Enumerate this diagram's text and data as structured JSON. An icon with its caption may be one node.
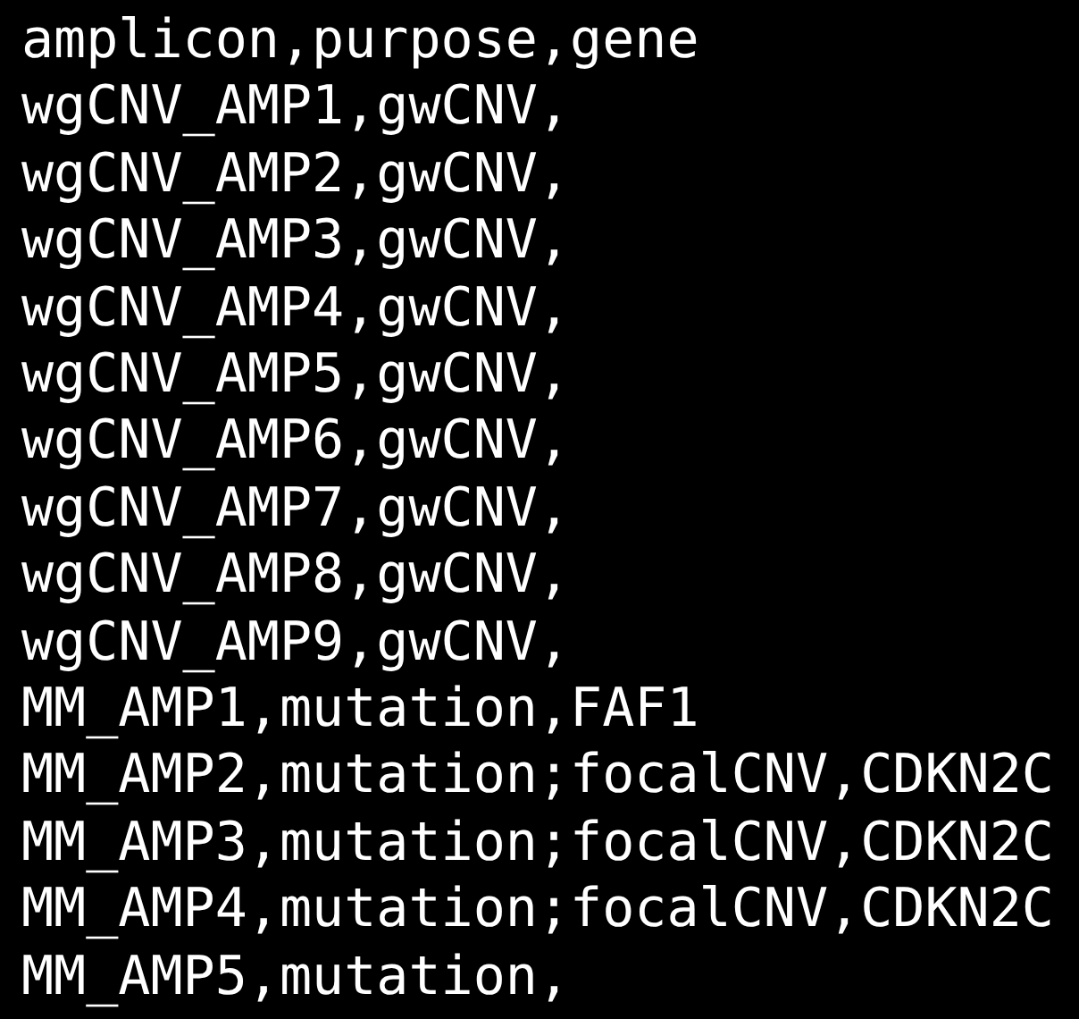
{
  "diagram": {
    "labels": [
      "amplicon,purpose,gene",
      "wgCNV_AMP1,gwCNV,",
      "wgCNV_AMP2,gwCNV,",
      "wgCNV_AMP3,gwCNV,",
      "wgCNV_AMP4,gwCNV,",
      "wgCNV_AMP5,gwCNV,",
      "wgCNV_AMP6,gwCNV,",
      "wgCNV_AMP7,gwCNV,",
      "wgCNV_AMP8,gwCNV,",
      "wgCNV_AMP9,gwCNV,",
      "MM_AMP1,mutation,FAF1",
      "MM_AMP2,mutation;focalCNV,CDKN2C",
      "MM_AMP3,mutation;focalCNV,CDKN2C",
      "MM_AMP4,mutation;focalCNV,CDKN2C",
      "MM_AMP5,mutation,"
    ]
  }
}
